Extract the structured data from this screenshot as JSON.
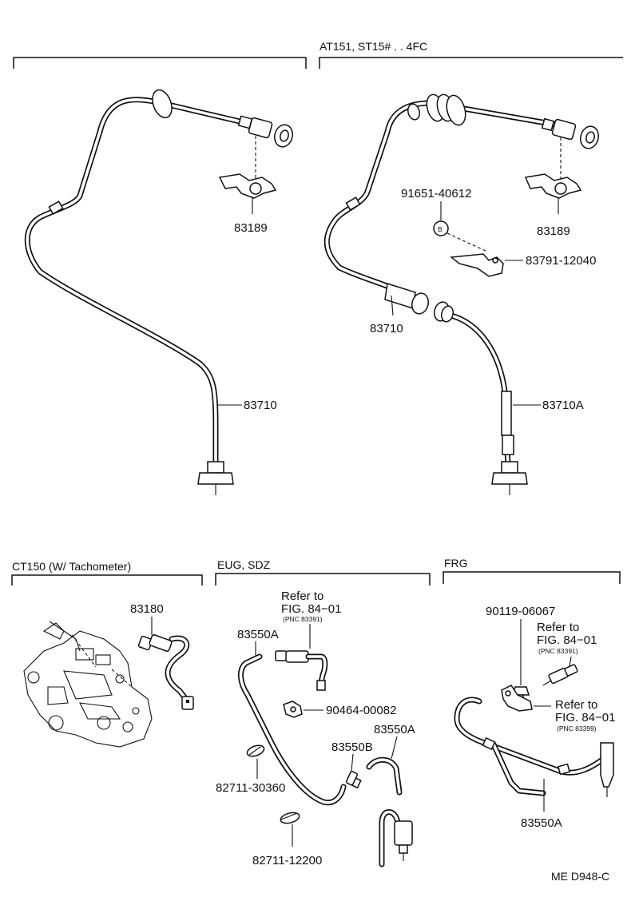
{
  "sections": {
    "top_right_header": "AT151, ST15# . . 4FC",
    "ct150_header": "CT150 (W/ Tachometer)",
    "eug_header": "EUG, SDZ",
    "frg_header": "FRG"
  },
  "callouts": {
    "left_bracket": "83189",
    "left_cable": "83710",
    "right_bolt": "91651-40612",
    "right_bolt_marker": "B",
    "right_bracket": "83189",
    "right_clamp": "83791-12040",
    "right_upper_cable": "83710",
    "right_lower_cable": "83710A",
    "ct150_sensor": "83180",
    "eug_refer_line1": "Refer to",
    "eug_refer_line2": "FIG. 84−01",
    "eug_refer_pnc": "(PNC 83391)",
    "eug_hose_top": "83550A",
    "eug_clip": "90464-00082",
    "eug_hose_right": "83550A",
    "eug_connector": "83550B",
    "eug_clamp_1": "82711-30360",
    "eug_clamp_2": "82711-12200",
    "frg_bolt": "90119-06067",
    "frg_refer1_line1": "Refer to",
    "frg_refer1_line2": "FIG. 84−01",
    "frg_refer1_pnc": "(PNC 83391)",
    "frg_refer2_line1": "Refer to",
    "frg_refer2_line2": "FIG. 84−01",
    "frg_refer2_pnc": "(PNC 83399)",
    "frg_hose": "83550A"
  },
  "footer": {
    "code": "ME D948-C"
  }
}
